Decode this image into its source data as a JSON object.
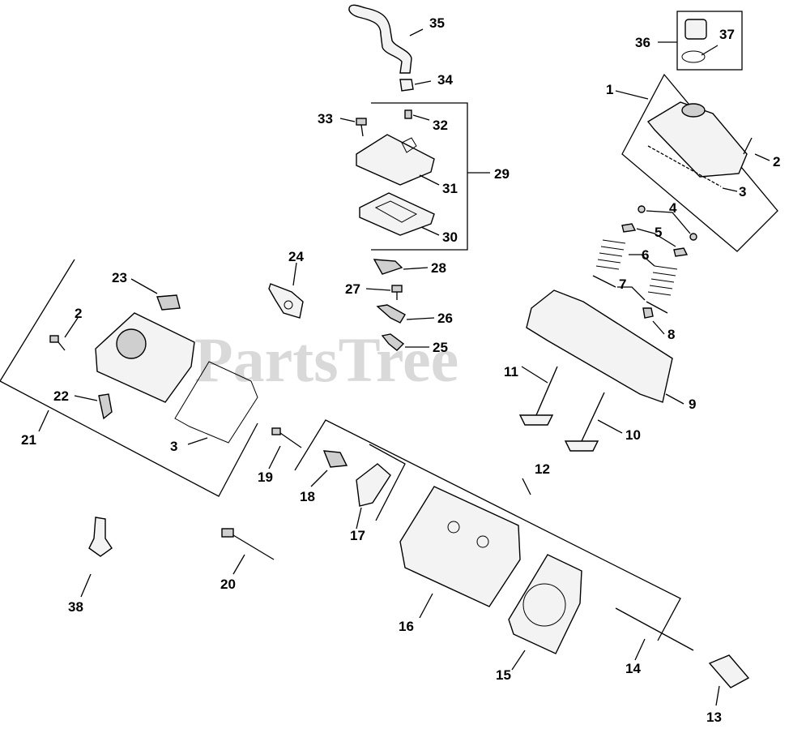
{
  "watermark": "PartsTree",
  "callouts": [
    "1",
    "2",
    "3",
    "4",
    "5",
    "6",
    "7",
    "8",
    "9",
    "10",
    "11",
    "12",
    "13",
    "14",
    "15",
    "16",
    "17",
    "18",
    "19",
    "20",
    "21",
    "22",
    "23",
    "24",
    "25",
    "26",
    "27",
    "28",
    "29",
    "30",
    "31",
    "32",
    "33",
    "34",
    "35",
    "36",
    "37",
    "38"
  ]
}
